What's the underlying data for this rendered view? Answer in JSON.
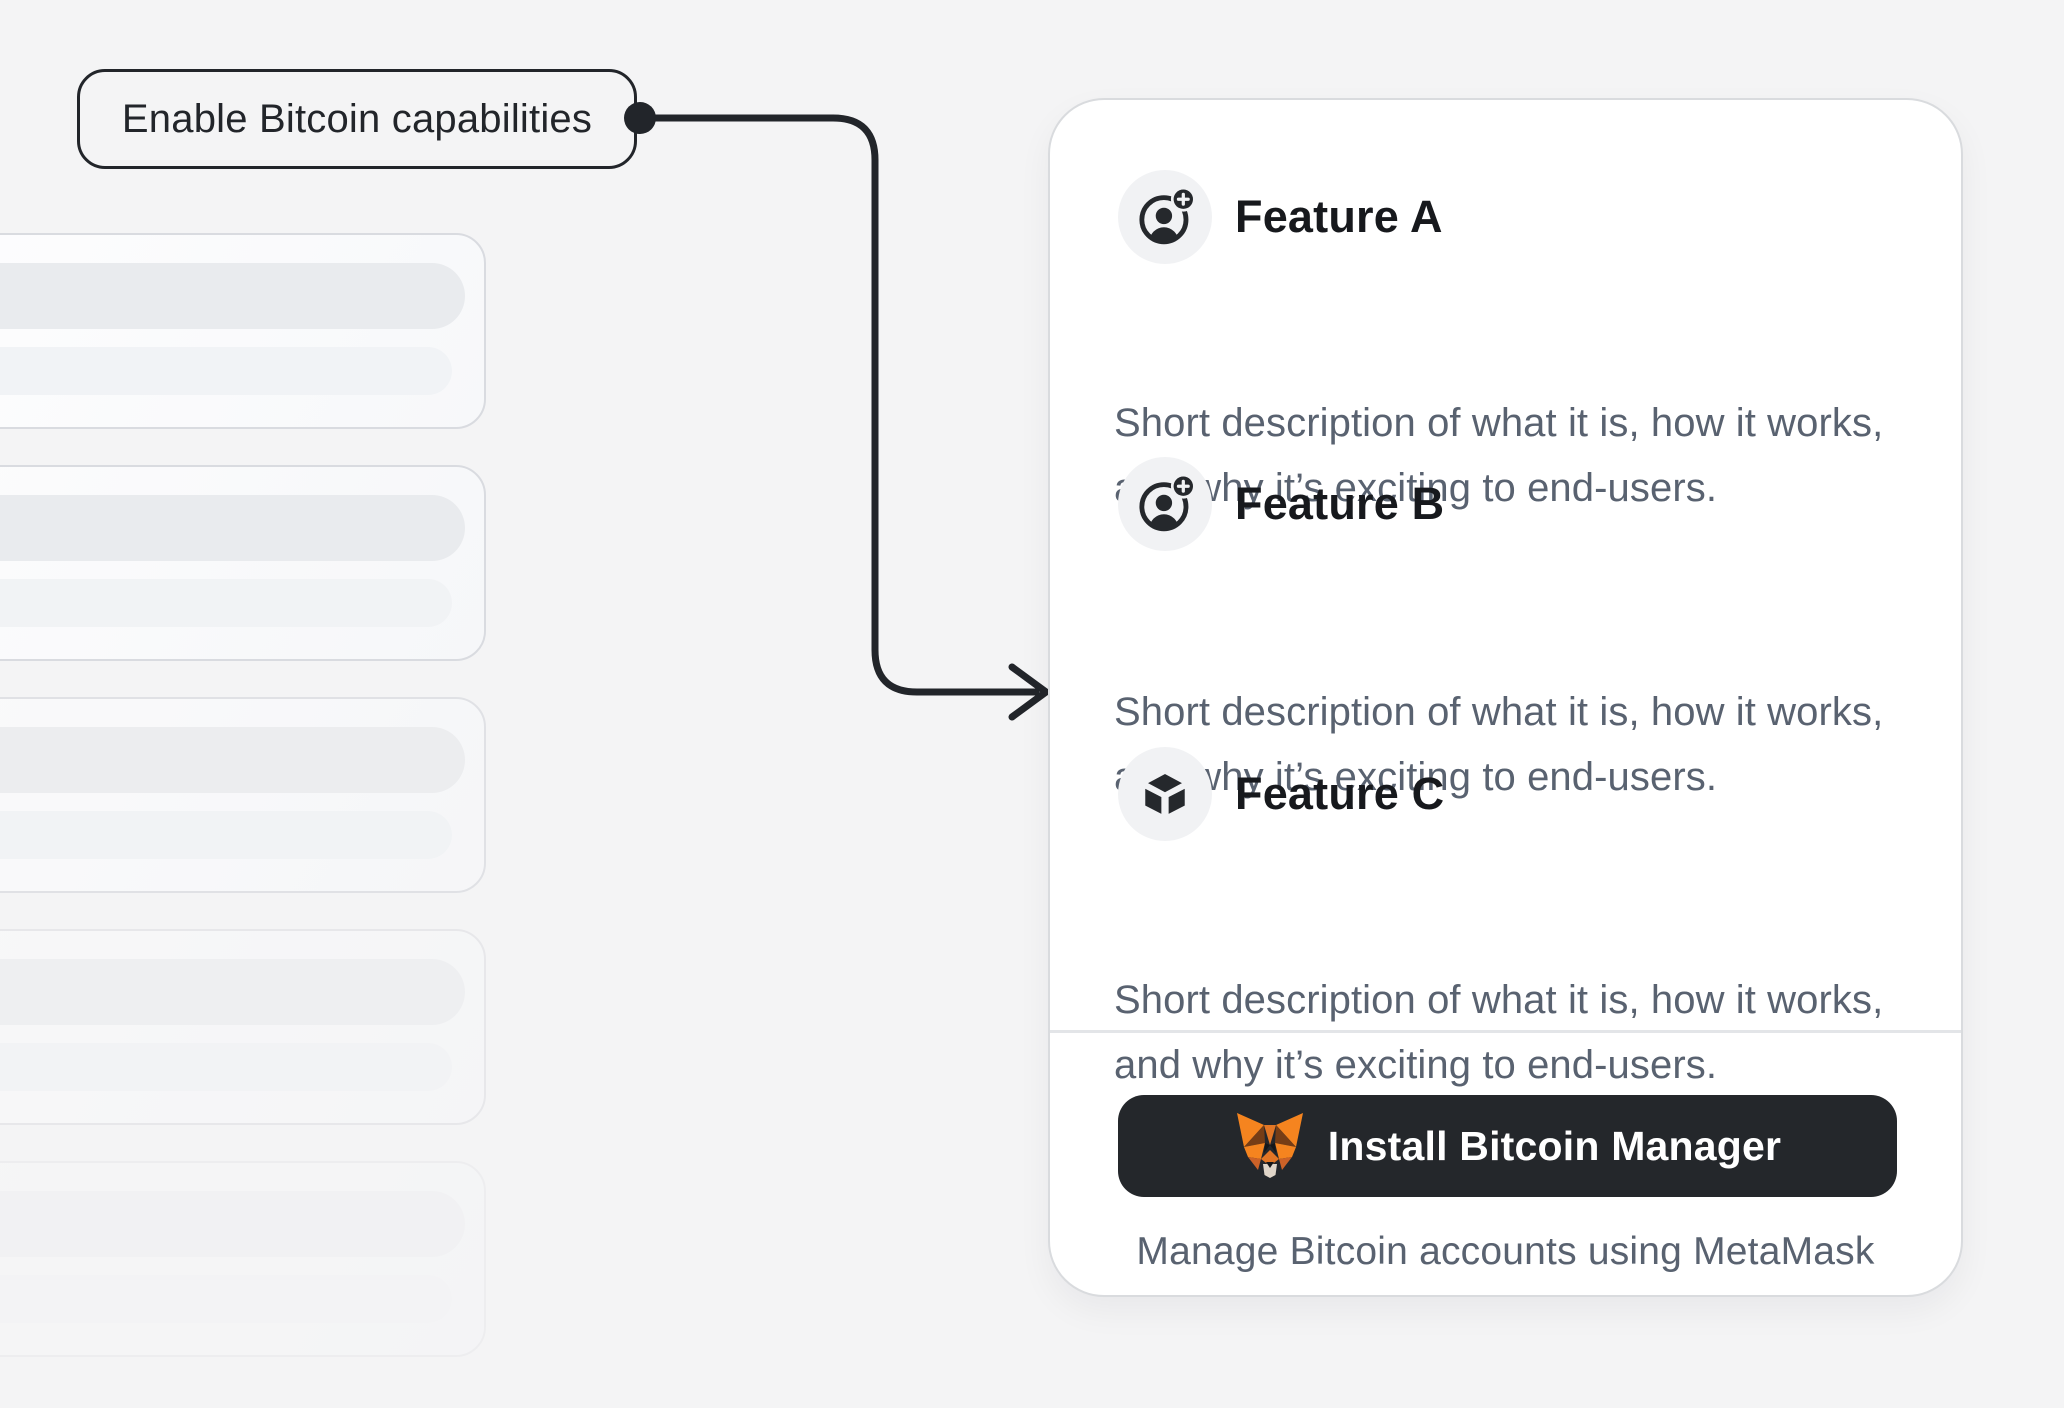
{
  "callout": {
    "label": "Enable Bitcoin capabilities"
  },
  "connector": {
    "style": "elbow-arrow",
    "color": "#22252a"
  },
  "skeleton": {
    "card_count": 5,
    "bars_per_card": 2
  },
  "features": [
    {
      "icon": "user-add-icon",
      "title": "Feature A",
      "description": "Short description of what it is, how it works, and why it’s exciting to end-users."
    },
    {
      "icon": "user-add-icon",
      "title": "Feature B",
      "description": "Short description of what it is, how it works, and why it’s exciting to end-users."
    },
    {
      "icon": "cube-icon",
      "title": "Feature C",
      "description": "Short description of what it is, how it works, and why it’s exciting to end-users."
    }
  ],
  "footer": {
    "install_button_label": "Install Bitcoin Manager",
    "install_button_icon": "metamask-fox-icon",
    "caption": "Manage Bitcoin accounts using MetaMask"
  },
  "colors": {
    "page_bg": "#F4F4F5",
    "card_bg": "#FFFFFF",
    "card_border": "#D9DBDE",
    "ink": "#22252A",
    "heading_text": "#17191D",
    "muted_text": "#596270",
    "chip_bg": "#F1F2F4",
    "divider": "#E3E5E8",
    "button_bg": "#24272B",
    "button_text": "#FFFFFF",
    "fox_orange": "#F5841F"
  }
}
